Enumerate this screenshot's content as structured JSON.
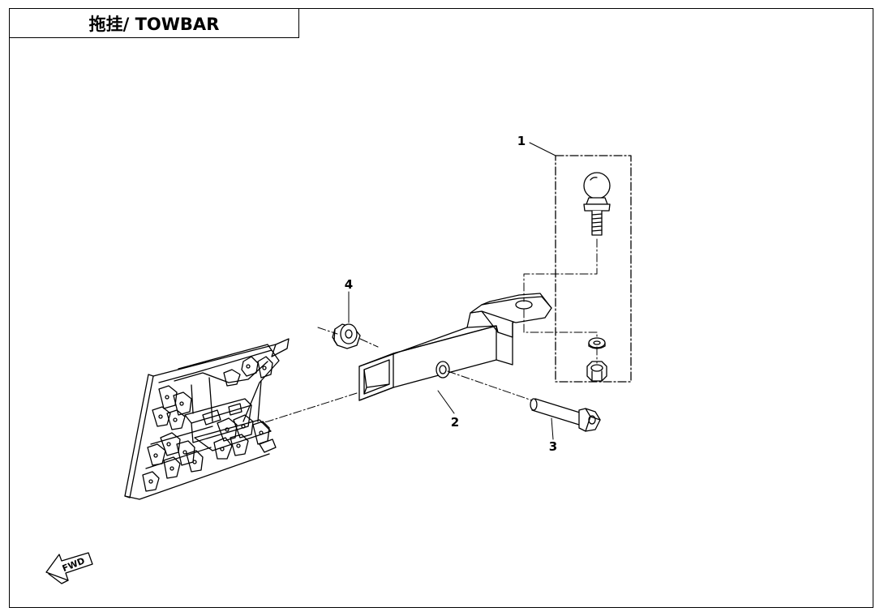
{
  "header": {
    "title": "拖挂/ TOWBAR"
  },
  "callouts": [
    {
      "id": "1",
      "label": "1"
    },
    {
      "id": "2",
      "label": "2"
    },
    {
      "id": "3",
      "label": "3"
    },
    {
      "id": "4",
      "label": "4"
    }
  ],
  "direction_indicator": {
    "label": "FWD"
  }
}
